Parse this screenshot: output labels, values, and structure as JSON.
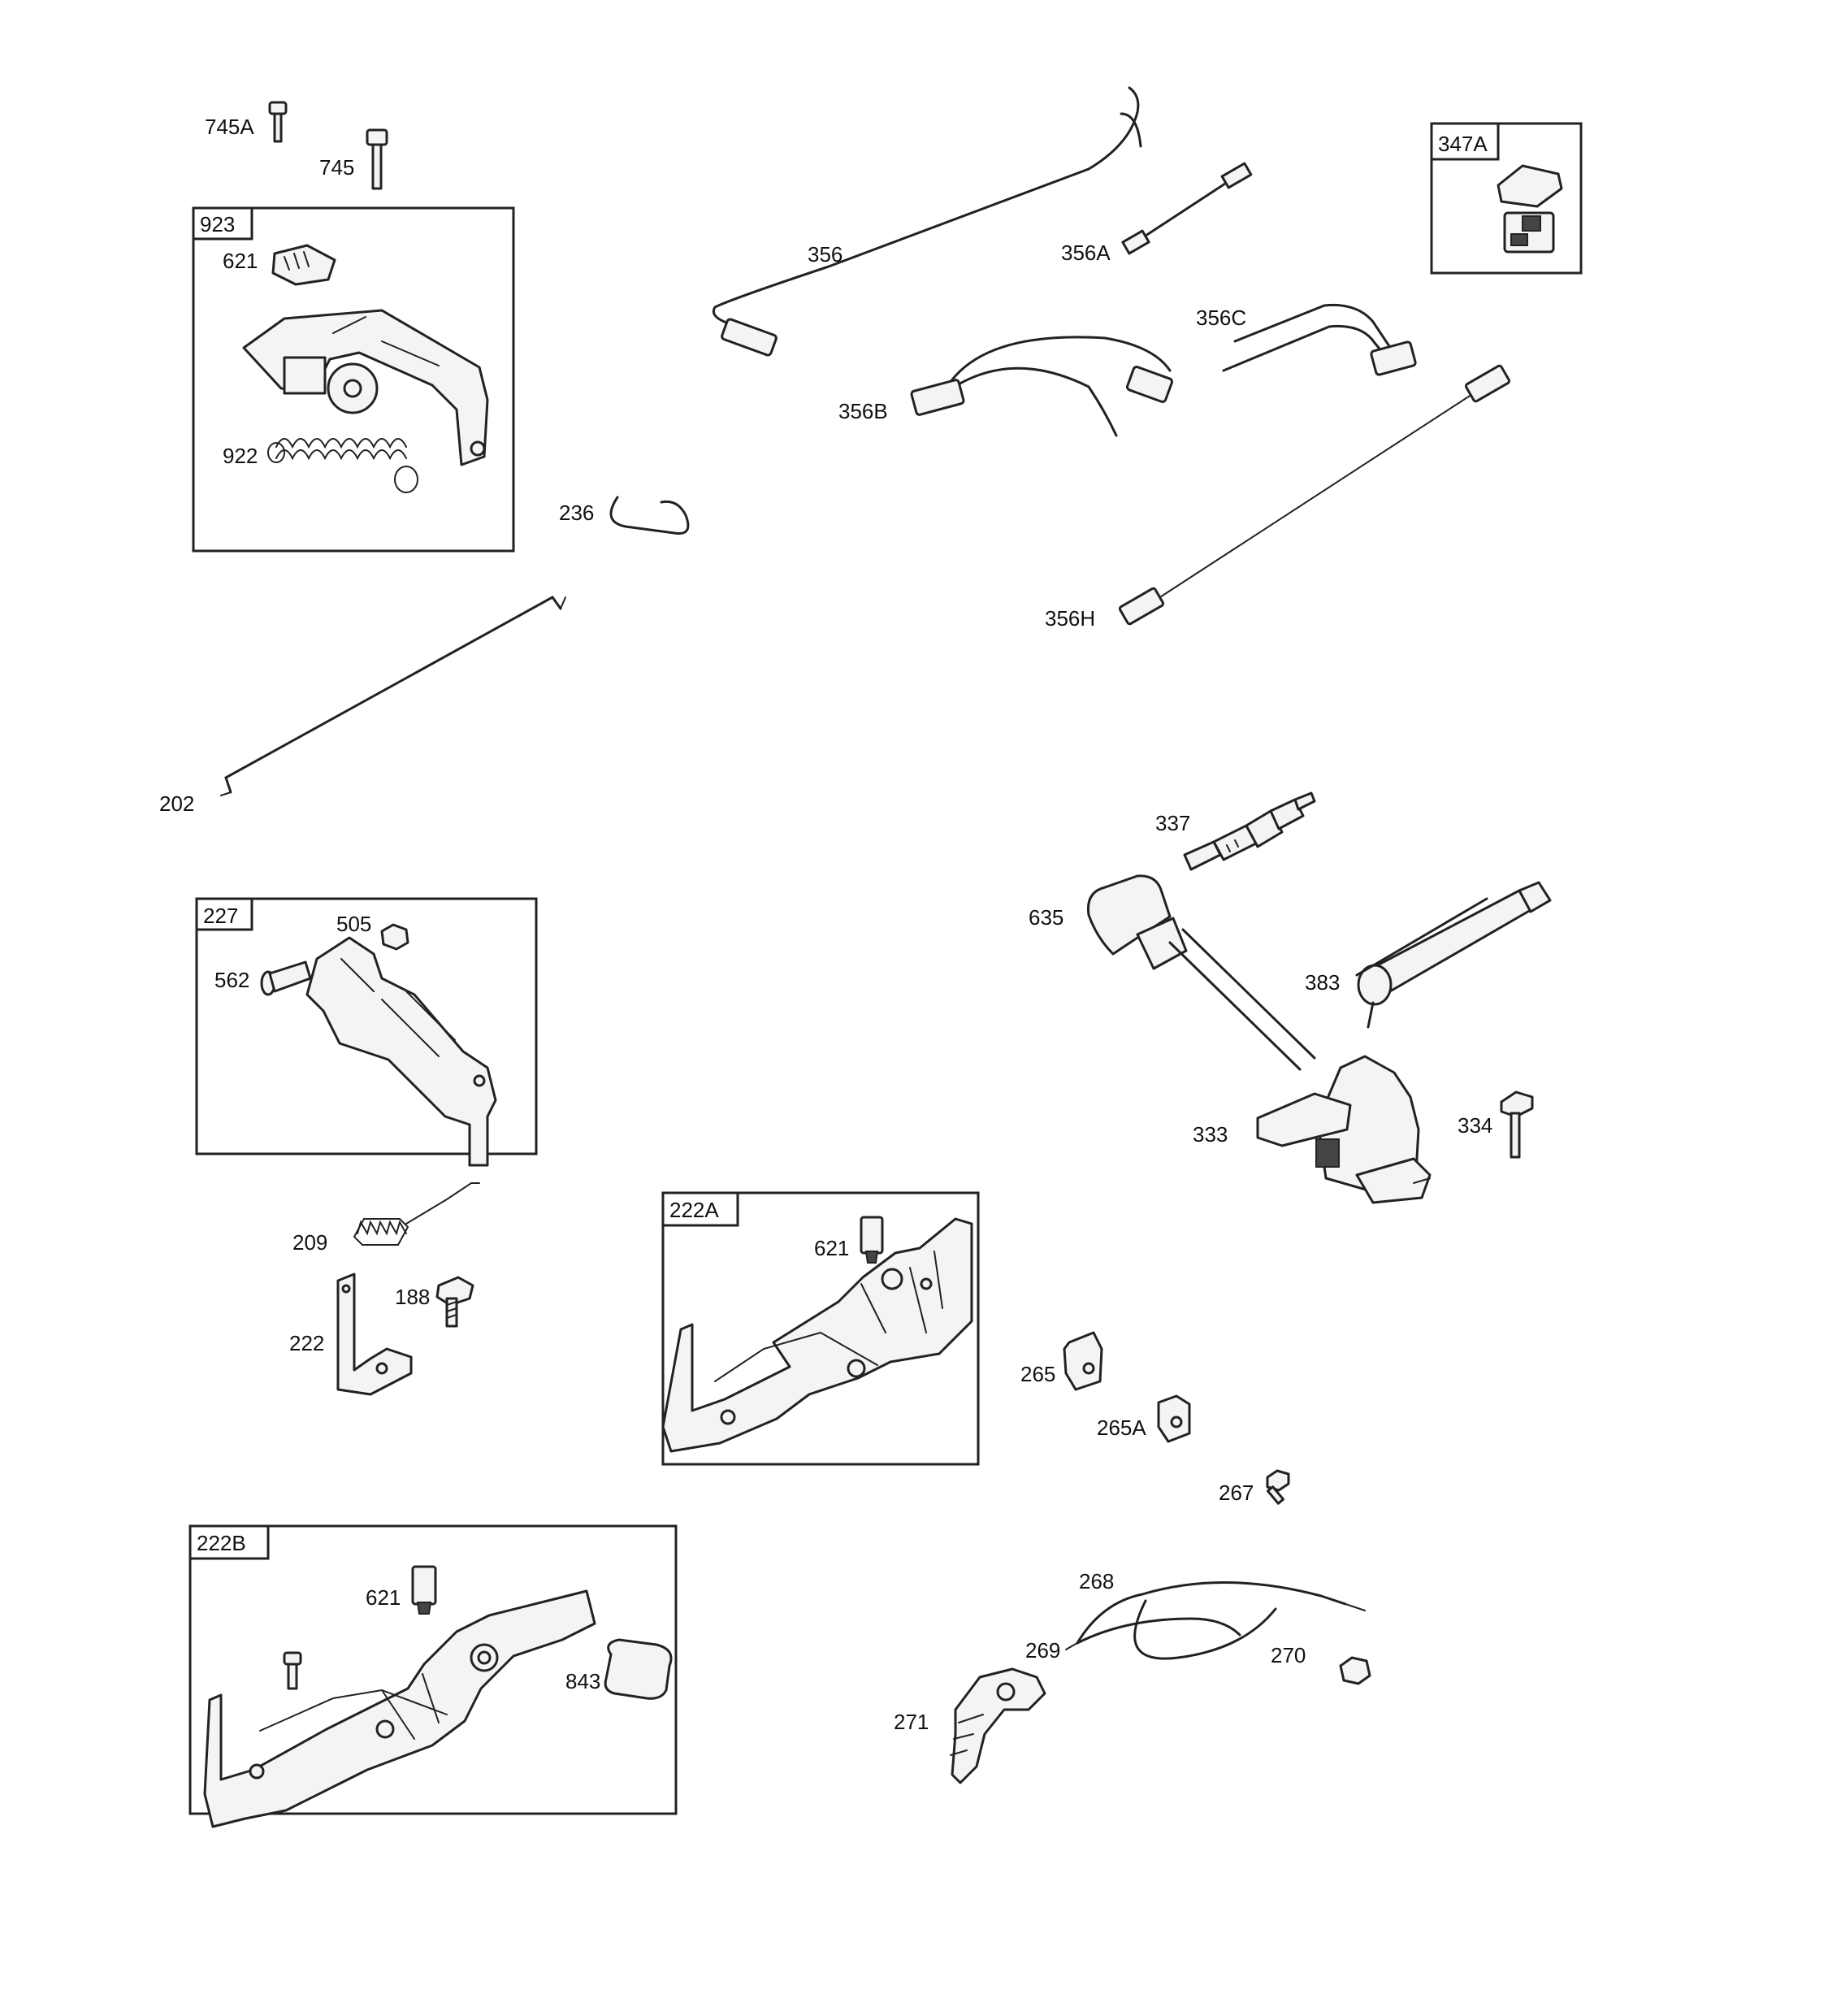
{
  "groups": {
    "g923": "923",
    "g347A": "347A",
    "g227": "227",
    "g222A": "222A",
    "g222B": "222B"
  },
  "labels": {
    "l745A": "745A",
    "l745": "745",
    "l621a": "621",
    "l922": "922",
    "l236": "236",
    "l202": "202",
    "l356": "356",
    "l356A": "356A",
    "l356B": "356B",
    "l356C": "356C",
    "l356H": "356H",
    "l337": "337",
    "l635": "635",
    "l383": "383",
    "l333": "333",
    "l334": "334",
    "l505": "505",
    "l562": "562",
    "l209": "209",
    "l188": "188",
    "l222": "222",
    "l621b": "621",
    "l265": "265",
    "l265A": "265A",
    "l267": "267",
    "l268": "268",
    "l269": "269",
    "l270": "270",
    "l271": "271",
    "l621c": "621",
    "l843": "843"
  }
}
